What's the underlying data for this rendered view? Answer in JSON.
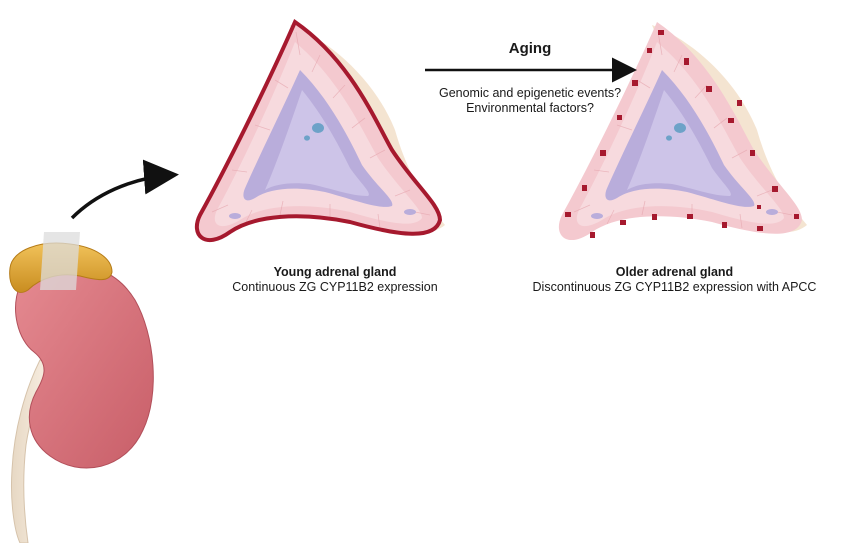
{
  "aging": {
    "title": "Aging",
    "cause1": "Genomic and epigenetic events?",
    "cause2": "Environmental factors?"
  },
  "young": {
    "title": "Young adrenal gland",
    "subtitle": "Continuous ZG CYP11B2 expression"
  },
  "older": {
    "title": "Older adrenal gland",
    "subtitle": "Discontinuous ZG CYP11B2 expression with APCC"
  },
  "colors": {
    "zg_expression": "#a6192e",
    "cortex": "#f4c9cf",
    "medulla": "#b9addb",
    "kidney": "#d9737c",
    "adrenal_cap": "#e3a93a",
    "fat": "#f1ddc6"
  }
}
